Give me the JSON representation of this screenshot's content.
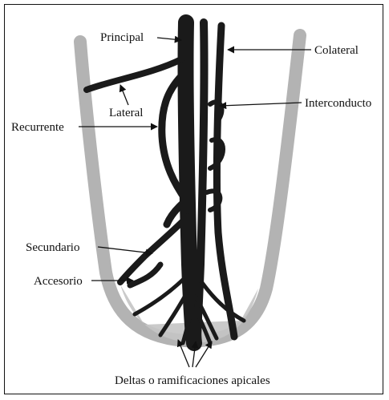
{
  "labels": {
    "principal": "Principal",
    "colateral": "Colateral",
    "lateral": "Lateral",
    "interconducto": "Interconducto",
    "recurrente": "Recurrente",
    "secundario": "Secundario",
    "accesorio": "Accesorio",
    "deltas": "Deltas o ramificaciones apicales"
  },
  "colors": {
    "root_wall": "#b3b3b3",
    "canal": "#1f1f1f",
    "ink": "#111111"
  }
}
